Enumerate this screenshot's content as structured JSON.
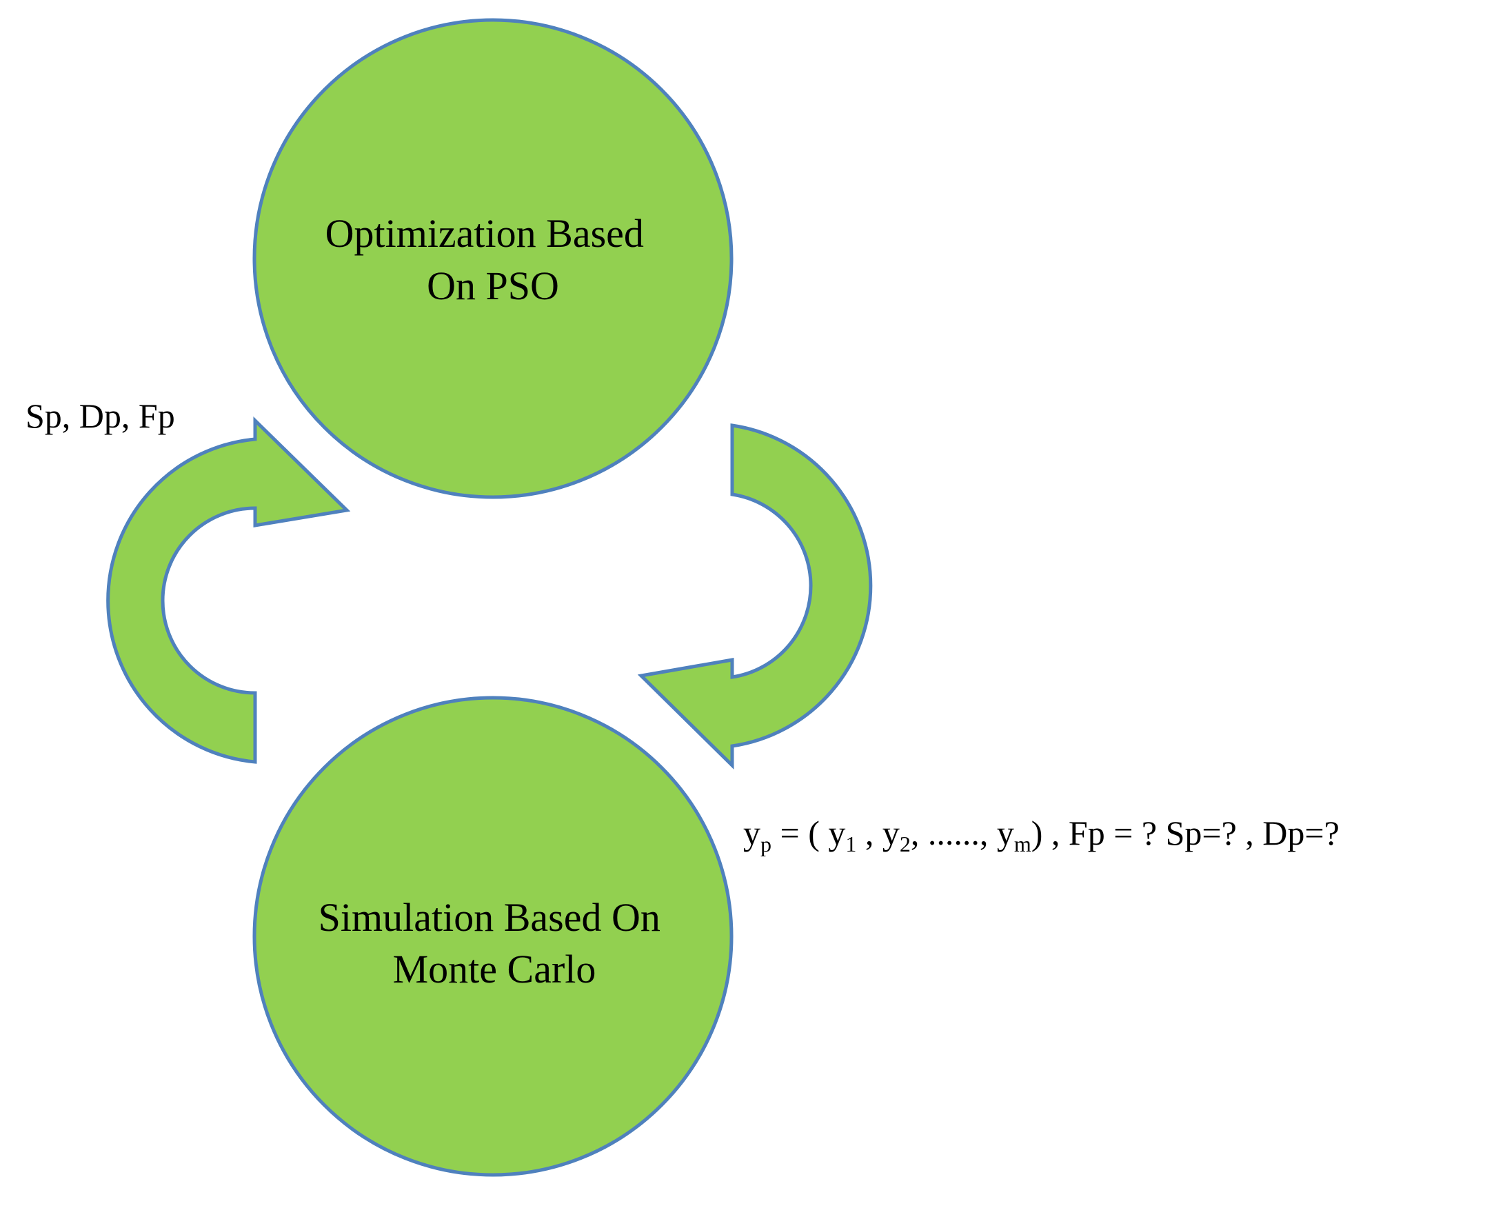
{
  "diagram": {
    "colors": {
      "fill": "#92d050",
      "stroke": "#4f81bd",
      "text": "#000000"
    },
    "nodes": [
      {
        "id": "optimization",
        "lines": [
          "Optimization Based",
          "On PSO"
        ]
      },
      {
        "id": "simulation",
        "lines": [
          "Simulation Based On",
          "Monte Carlo"
        ]
      }
    ],
    "edges": [
      {
        "from": "simulation",
        "to": "optimization",
        "label": "Sp, Dp, Fp"
      },
      {
        "from": "optimization",
        "to": "simulation",
        "label": {
          "y_base": "y",
          "y_sub": "p",
          "eq_open": " = ( ",
          "y1_base": "y",
          "y1_sub": "1",
          "sep1": " , ",
          "y2_base": "y",
          "y2_sub": "2",
          "dots": ", ......, ",
          "ym_base": "y",
          "ym_sub": "m",
          "tail": ") , Fp = ? Sp=? , Dp=?"
        }
      }
    ]
  }
}
